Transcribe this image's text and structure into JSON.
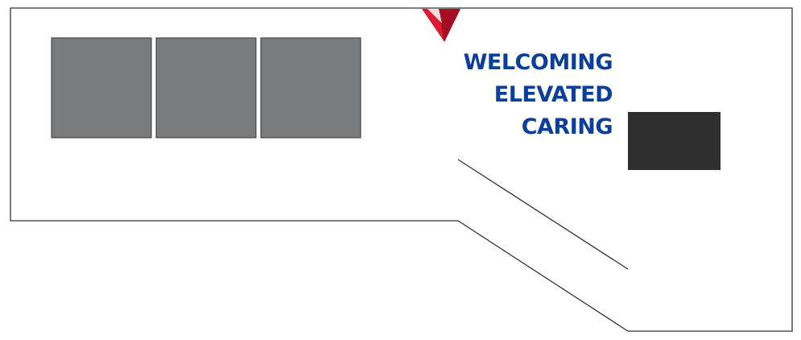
{
  "taglines": [
    "WELCOMING",
    "ELEVATED",
    "CARING"
  ],
  "colors": {
    "tagline": "#0b3f9b",
    "outline": "#333333",
    "panel_fill": "#7a7b7d",
    "panel_stroke": "#3a3a3a",
    "dark_block": "#2e2e2e",
    "logo_red": "#e01933",
    "logo_dark_red": "#a50f22"
  },
  "icons": {
    "logo": "delta-widget-logo-icon"
  }
}
